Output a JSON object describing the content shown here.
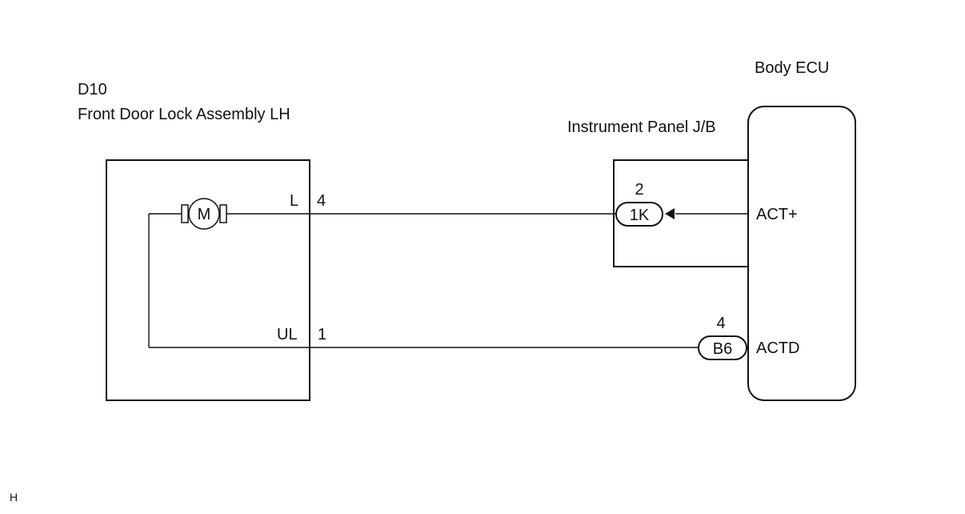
{
  "lock_assembly": {
    "code": "D10",
    "name": "Front Door Lock Assembly LH",
    "motor_symbol": "M",
    "pin_top_label": "L",
    "pin_top_number": "4",
    "pin_bottom_label": "UL",
    "pin_bottom_number": "1"
  },
  "junction_block": {
    "name": "Instrument Panel J/B",
    "connector_code": "1K",
    "connector_pin": "2"
  },
  "body_ecu": {
    "name": "Body ECU",
    "terminal_top": "ACT+",
    "terminal_bottom": "ACTD",
    "connector_code": "B6",
    "connector_pin": "4"
  },
  "footer_code": "H"
}
